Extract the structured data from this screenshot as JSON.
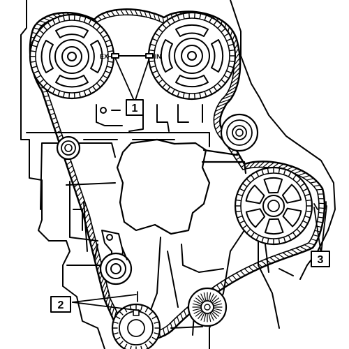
{
  "diagram": {
    "sprocket_labels": {
      "exhaust": "EX",
      "intake": "IN"
    },
    "callouts": [
      {
        "id": "callout-1",
        "label": "1"
      },
      {
        "id": "callout-2",
        "label": "2"
      },
      {
        "id": "callout-3",
        "label": "3"
      }
    ],
    "colors": {
      "line": "#000000",
      "background": "#ffffff"
    }
  }
}
